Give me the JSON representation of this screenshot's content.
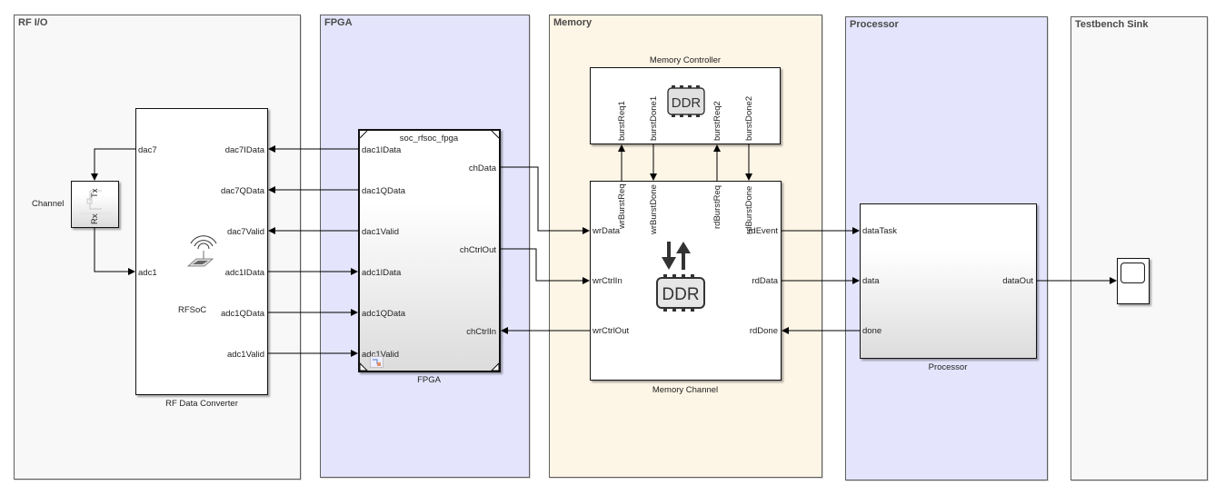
{
  "areas": {
    "rf_io": "RF I/O",
    "fpga": "FPGA",
    "memory": "Memory",
    "processor": "Processor",
    "testbench_sink": "Testbench Sink"
  },
  "colors": {
    "area_gray": "#f8f8f8",
    "area_lavender": "#e4e4fc",
    "area_cream": "#fdf5e6",
    "wire": "#000000"
  },
  "channel": {
    "caption": "Channel",
    "ports": {
      "tx": "Tx",
      "rx": "Rx"
    }
  },
  "rf_data_converter": {
    "caption": "RF Data Converter",
    "icon_label": "RFSoC",
    "inputs_left": [
      "adc1"
    ],
    "outputs_left": [
      "dac7"
    ],
    "right_ports": [
      "dac7IData",
      "dac7QData",
      "dac7Valid",
      "adc1IData",
      "adc1QData",
      "adc1Valid"
    ]
  },
  "fpga_block": {
    "title": "soc_rfsoc_fpga",
    "caption": "FPGA",
    "left_ports": [
      "dac1IData",
      "dac1QData",
      "dac1Valid",
      "adc1IData",
      "adc1QData",
      "adc1Valid"
    ],
    "right_ports": [
      "chData",
      "chCtrlOut",
      "chCtrlIn"
    ]
  },
  "memory_controller": {
    "caption": "Memory Controller",
    "icon_text": "DDR",
    "bottom_ports": [
      "burstReq1",
      "burstDone1",
      "burstReq2",
      "burstDone2"
    ]
  },
  "memory_channel": {
    "caption": "Memory Channel",
    "icon_text": "DDR",
    "top_ports": [
      "wrBurstReq",
      "wrBurstDone",
      "rdBurstReq",
      "rdBurstDone"
    ],
    "left_ports": [
      "wrData",
      "wrCtrlIn",
      "wrCtrlOut"
    ],
    "right_ports": [
      "rdEvent",
      "rdData",
      "rdDone"
    ]
  },
  "processor_block": {
    "caption": "Processor",
    "left_ports": [
      "dataTask",
      "data",
      "done"
    ],
    "right_ports": [
      "dataOut"
    ]
  },
  "scope": {
    "icon": "scope-icon"
  }
}
